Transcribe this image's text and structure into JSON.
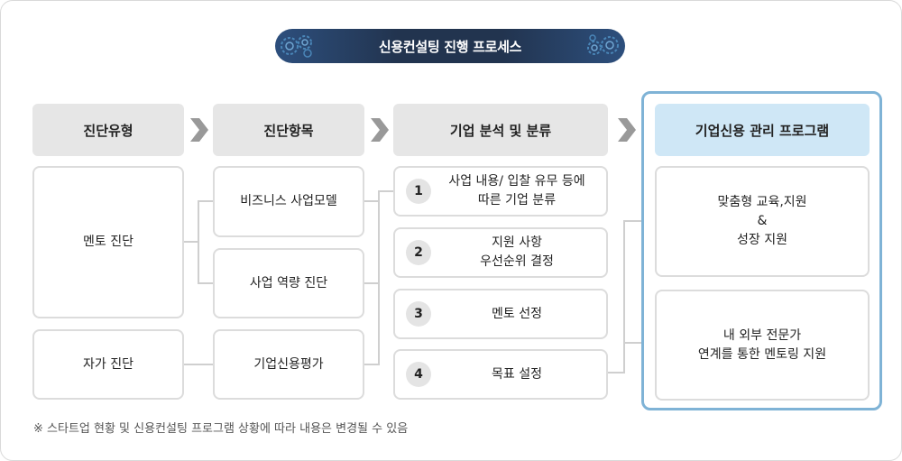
{
  "title": "신용컨설팅 진행 프로세스",
  "headers": {
    "type": "진단유형",
    "item": "진단항목",
    "analysis": "기업 분석 및 분류",
    "program": "기업신용 관리 프로그램"
  },
  "diagnosis_types": [
    "멘토 진단",
    "자가 진단"
  ],
  "diagnosis_items": [
    "비즈니스 사업모델",
    "사업 역량 진단",
    "기업신용평가"
  ],
  "analysis_steps": [
    {
      "num": "1",
      "text": "사업 내용/ 입찰 유무 등에\n따른 기업 분류"
    },
    {
      "num": "2",
      "text": "지원 사항\n우선순위 결정"
    },
    {
      "num": "3",
      "text": "멘토 선정"
    },
    {
      "num": "4",
      "text": "목표 설정"
    }
  ],
  "programs": [
    "맞춤형 교육,지원\n&\n성장 지원",
    "내 외부 전문가\n연계를 통한 멘토링 지원"
  ],
  "footnote": "※ 스타트업 현황 및 신용컨설팅 프로그램 상황에 따라 내용은 변경될 수 있음",
  "colors": {
    "title_bg": "#22344f",
    "header_gray": "#e6e6e6",
    "header_blue": "#cfe7f6",
    "outline_blue": "#7fb3d6",
    "chevron": "#999999"
  }
}
